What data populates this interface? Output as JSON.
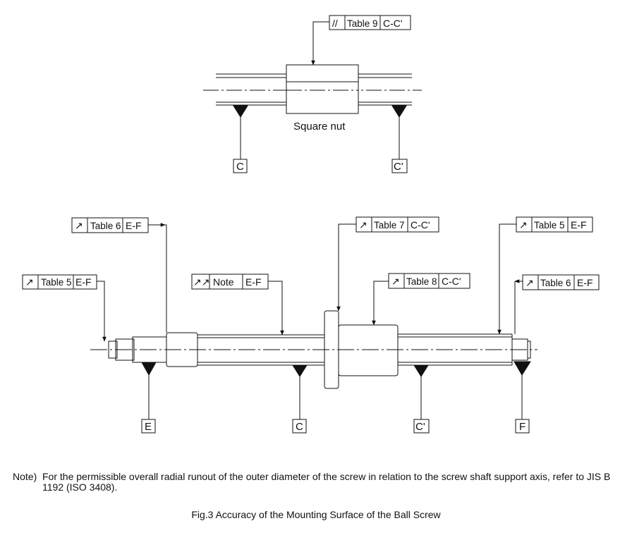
{
  "nut_diagram": {
    "frame": {
      "symbol": "//",
      "ref": "Table 9",
      "datum": "C-C'"
    },
    "nut_label": "Square nut",
    "datum_c": "C",
    "datum_c_prime": "C'"
  },
  "screw_diagram": {
    "frames": {
      "table6_left": {
        "symbol": "↗",
        "ref": "Table 6",
        "datum": "E-F"
      },
      "table5_left": {
        "symbol": "↗",
        "ref": "Table 5",
        "datum": "E-F"
      },
      "note": {
        "symbol": "↗↗",
        "ref": "Note",
        "datum": "E-F"
      },
      "table7": {
        "symbol": "↗",
        "ref": "Table 7",
        "datum": "C-C'"
      },
      "table8": {
        "symbol": "↗",
        "ref": "Table 8",
        "datum": "C-C'"
      },
      "table5_right": {
        "symbol": "↗",
        "ref": "Table 5",
        "datum": "E-F"
      },
      "table6_right": {
        "symbol": "↗",
        "ref": "Table 6",
        "datum": "E-F"
      }
    },
    "datums": {
      "e": "E",
      "c": "C",
      "c_prime": "C'",
      "f": "F"
    }
  },
  "note": {
    "label": "Note)",
    "text": "For the permissible overall radial runout of the outer diameter of the screw in relation to the screw shaft support axis, refer to JIS B 1192 (ISO 3408)."
  },
  "caption": "Fig.3 Accuracy of the Mounting Surface of the Ball Screw"
}
